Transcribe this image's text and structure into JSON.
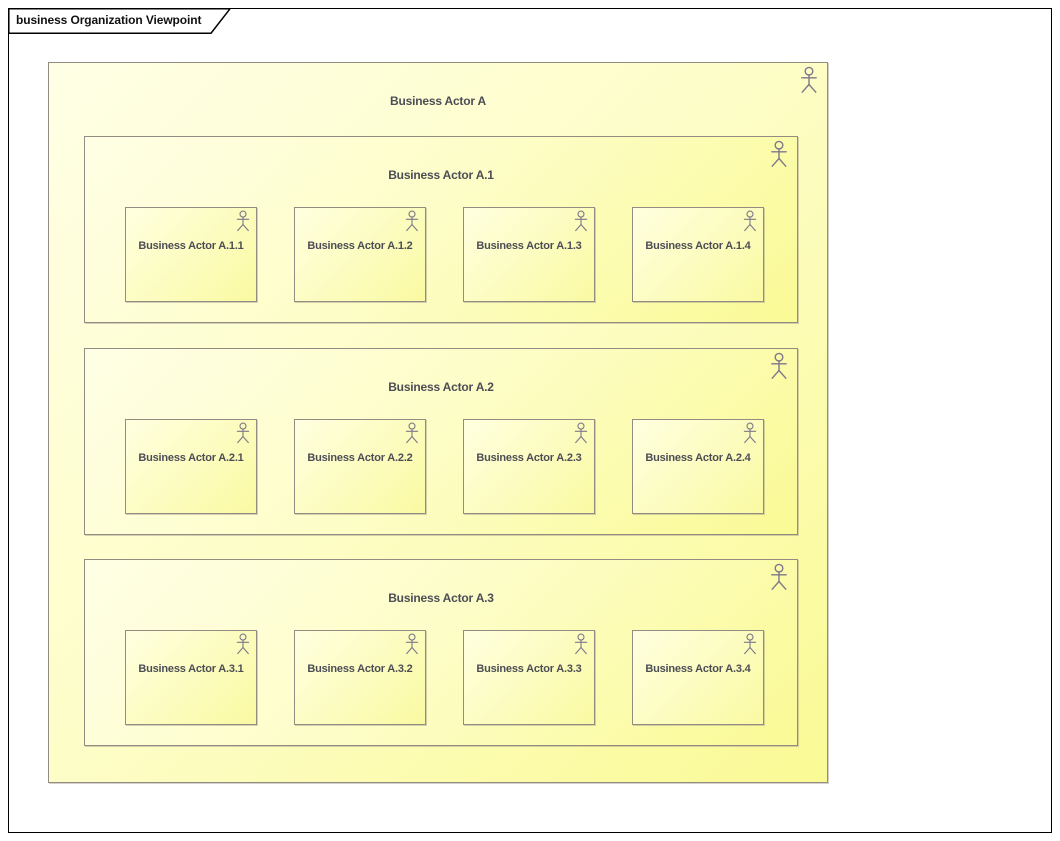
{
  "window": {
    "tab_label": "business Organization Viewpoint"
  },
  "palette": {
    "frame_border": "#000000",
    "box_border": "#948C82",
    "box_fill_light": "#FFFFE6",
    "box_fill_dark": "#FAFA95",
    "label_text": "#4D4D55",
    "tab_text": "#111111",
    "icon_stroke": "#7E7889"
  },
  "diagram": {
    "root": {
      "label": "Business Actor A",
      "icon": "business-actor-icon",
      "groups": [
        {
          "label": "Business Actor A.1",
          "icon": "business-actor-icon",
          "children": [
            {
              "label": "Business Actor A.1.1",
              "icon": "business-actor-icon"
            },
            {
              "label": "Business Actor A.1.2",
              "icon": "business-actor-icon"
            },
            {
              "label": "Business Actor A.1.3",
              "icon": "business-actor-icon"
            },
            {
              "label": "Business Actor A.1.4",
              "icon": "business-actor-icon"
            }
          ]
        },
        {
          "label": "Business Actor A.2",
          "icon": "business-actor-icon",
          "children": [
            {
              "label": "Business Actor A.2.1",
              "icon": "business-actor-icon"
            },
            {
              "label": "Business Actor A.2.2",
              "icon": "business-actor-icon"
            },
            {
              "label": "Business Actor A.2.3",
              "icon": "business-actor-icon"
            },
            {
              "label": "Business Actor A.2.4",
              "icon": "business-actor-icon"
            }
          ]
        },
        {
          "label": "Business Actor A.3",
          "icon": "business-actor-icon",
          "children": [
            {
              "label": "Business Actor A.3.1",
              "icon": "business-actor-icon"
            },
            {
              "label": "Business Actor A.3.2",
              "icon": "business-actor-icon"
            },
            {
              "label": "Business Actor A.3.3",
              "icon": "business-actor-icon"
            },
            {
              "label": "Business Actor A.3.4",
              "icon": "business-actor-icon"
            }
          ]
        }
      ]
    }
  }
}
